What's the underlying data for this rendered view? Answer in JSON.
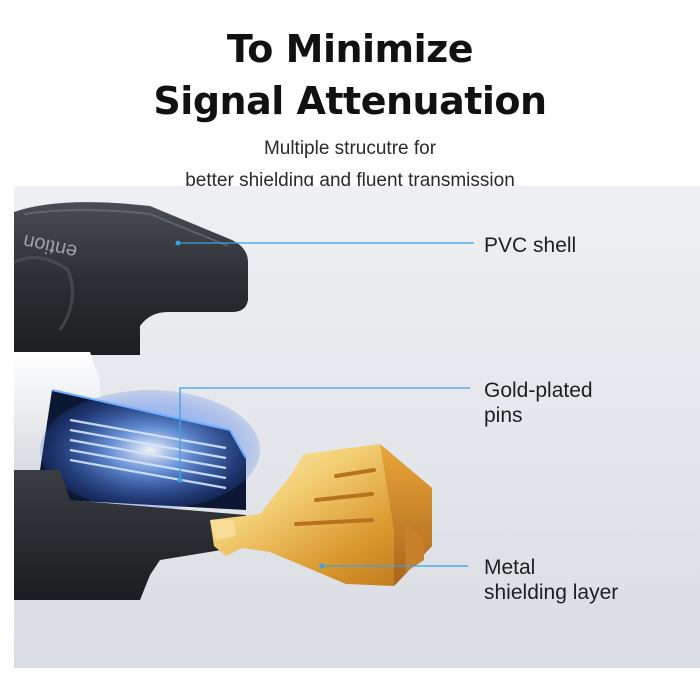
{
  "heading": {
    "line1": "To Minimize",
    "line2": "Signal Attenuation"
  },
  "subheading": {
    "line1": "Multiple strucutre for",
    "line2": "better shielding and fluent transmission"
  },
  "product": {
    "brand_text": "ention"
  },
  "callouts": {
    "pvc_shell": "PVC shell",
    "gold_pins_1": "Gold-plated",
    "gold_pins_2": "pins",
    "metal_layer_1": "Metal",
    "metal_layer_2": "shielding layer"
  },
  "colors": {
    "accent_line": "#3aa3e6",
    "gold": "#e0a43a",
    "shell": "#2a2d31",
    "glow": "#3b7bff"
  }
}
